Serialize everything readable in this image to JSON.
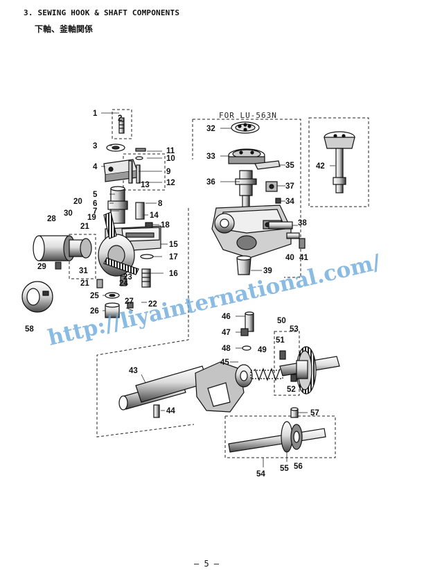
{
  "header": {
    "title": "3. SEWING HOOK & SHAFT COMPONENTS",
    "subtitle": "下軸、釜軸関係"
  },
  "variant_label": "FOR LU-563N",
  "watermark": "http://liyainternational.com/",
  "page_number": "— 5 —",
  "callouts": [
    "1",
    "2",
    "3",
    "4",
    "5",
    "6",
    "7",
    "8",
    "9",
    "10",
    "11",
    "12",
    "13",
    "14",
    "15",
    "16",
    "17",
    "18",
    "19",
    "20",
    "21",
    "21",
    "22",
    "23",
    "24",
    "25",
    "26",
    "27",
    "28",
    "29",
    "30",
    "31",
    "32",
    "33",
    "34",
    "35",
    "36",
    "37",
    "38",
    "39",
    "40",
    "41",
    "42",
    "43",
    "44",
    "45",
    "46",
    "47",
    "48",
    "49",
    "50",
    "51",
    "52",
    "53",
    "54",
    "55",
    "56",
    "57",
    "58"
  ],
  "colors": {
    "ink": "#111111",
    "watermark": "#6aa9db",
    "paper": "#ffffff"
  }
}
